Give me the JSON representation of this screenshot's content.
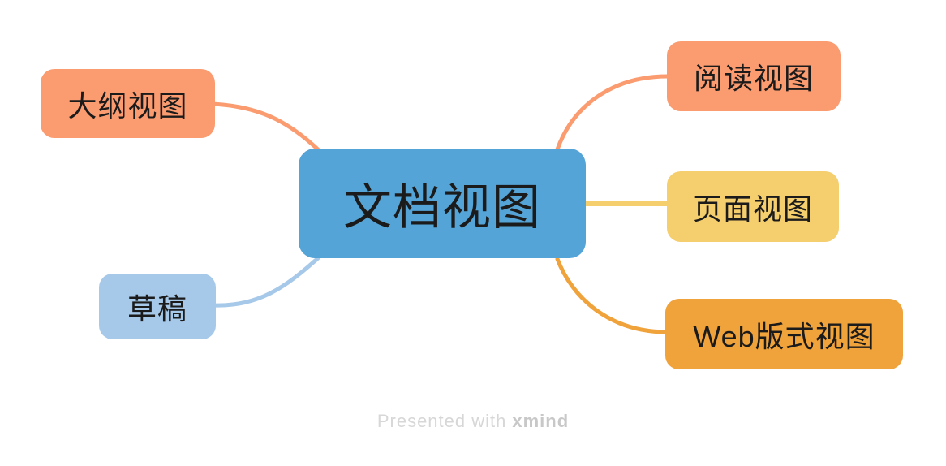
{
  "mindmap": {
    "type": "mind-map",
    "root": {
      "label": "文档视图",
      "color": "#55A4D7"
    },
    "branches_left": [
      {
        "label": "大纲视图",
        "color": "#FB9B70",
        "connector": "curve"
      },
      {
        "label": "草稿",
        "color": "#A6C8E9",
        "connector": "curve"
      }
    ],
    "branches_right": [
      {
        "label": "阅读视图",
        "color": "#FB9B70",
        "connector": "curve"
      },
      {
        "label": "页面视图",
        "color": "#F5CE6E",
        "connector": "straight"
      },
      {
        "label": "Web版式视图",
        "color": "#F0A23B",
        "connector": "curve"
      }
    ],
    "node_text_color": "#1b1b1b",
    "background_color": "#ffffff"
  },
  "footer": {
    "prefix": "Presented with",
    "brand": "xmind"
  }
}
